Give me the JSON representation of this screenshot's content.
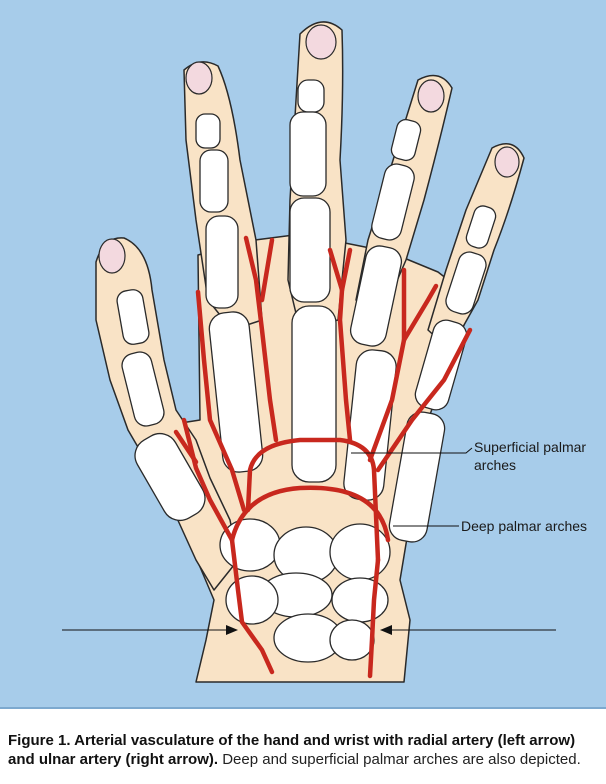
{
  "labels": {
    "superficial": "Superficial palmar arches",
    "deep": "Deep palmar arches"
  },
  "caption": {
    "bold": "Figure 1. Arterial vasculature of the hand and wrist with radial artery (left arrow) and ulnar artery (right arrow).",
    "rest": " Deep and superficial palmar arches are also depicted."
  },
  "colors": {
    "background": "#a7ccea",
    "skin": "#f9e3c6",
    "bone": "#ffffff",
    "artery": "#c8281e",
    "nail": "#f3d9df",
    "outline": "#2a2a2a"
  }
}
